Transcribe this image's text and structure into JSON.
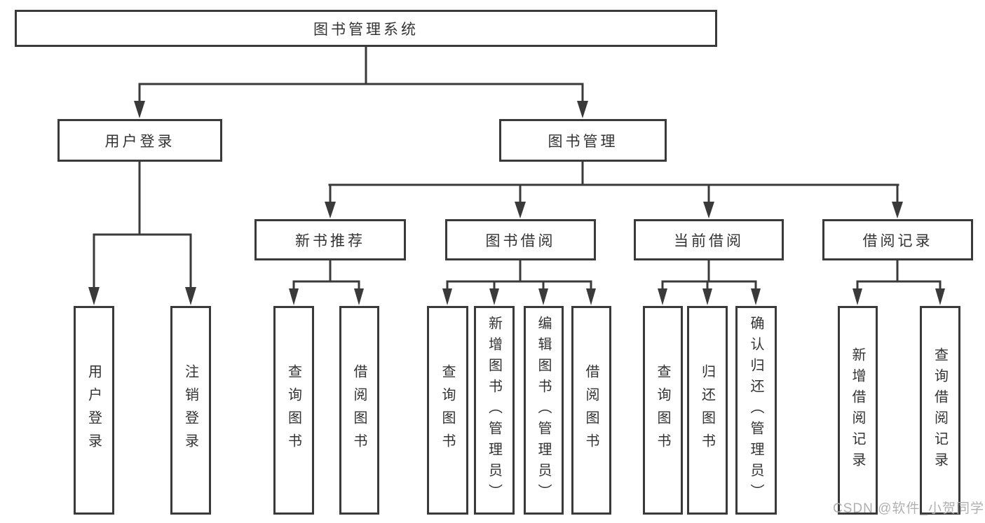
{
  "diagram": {
    "root": "图书管理系统",
    "tree": [
      {
        "label": "用户登录",
        "children": [
          {
            "label": "用户登录"
          },
          {
            "label": "注销登录"
          }
        ]
      },
      {
        "label": "图书管理",
        "children": [
          {
            "label": "新书推荐",
            "children": [
              {
                "label": "查询图书"
              },
              {
                "label": "借阅图书"
              }
            ]
          },
          {
            "label": "图书借阅",
            "children": [
              {
                "label": "查询图书"
              },
              {
                "label": "新增图书（管理员）"
              },
              {
                "label": "编辑图书（管理员）"
              },
              {
                "label": "借阅图书"
              }
            ]
          },
          {
            "label": "当前借阅",
            "children": [
              {
                "label": "查询图书"
              },
              {
                "label": "归还图书"
              },
              {
                "label": "确认归还（管理员）"
              }
            ]
          },
          {
            "label": "借阅记录",
            "children": [
              {
                "label": "新增借阅记录"
              },
              {
                "label": "查询借阅记录"
              }
            ]
          }
        ]
      }
    ]
  },
  "watermark": {
    "text": "CSDN @软件_小贺同学"
  },
  "colors": {
    "line": "#3a3a3a",
    "text": "#333333",
    "watermark": "#b0b0b0",
    "background": "#ffffff"
  }
}
